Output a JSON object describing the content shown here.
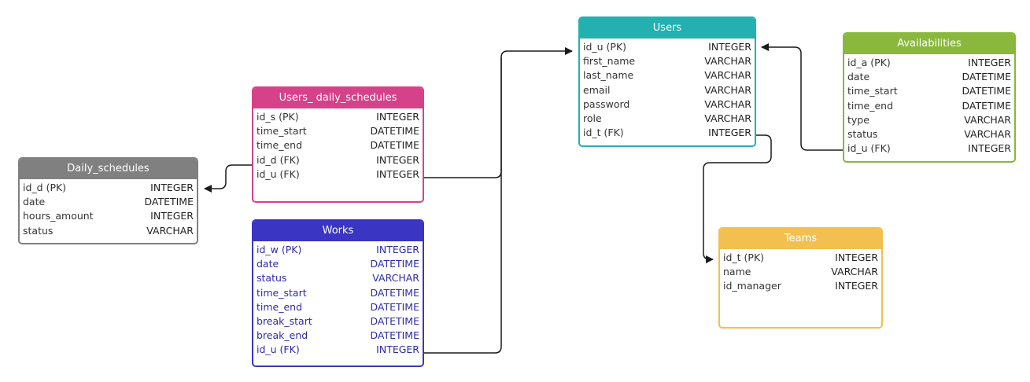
{
  "entities": {
    "users": {
      "title": "Users",
      "fields": [
        {
          "name": "id_u (PK)",
          "type": "INTEGER"
        },
        {
          "name": "first_name",
          "type": "VARCHAR"
        },
        {
          "name": "last_name",
          "type": "VARCHAR"
        },
        {
          "name": "email",
          "type": "VARCHAR"
        },
        {
          "name": "password",
          "type": "VARCHAR"
        },
        {
          "name": "role",
          "type": "VARCHAR"
        },
        {
          "name": "id_t (FK)",
          "type": "INTEGER"
        }
      ]
    },
    "availabilities": {
      "title": "Availabilities",
      "fields": [
        {
          "name": "id_a (PK)",
          "type": "INTEGER"
        },
        {
          "name": "date",
          "type": "DATETIME"
        },
        {
          "name": "time_start",
          "type": "DATETIME"
        },
        {
          "name": "time_end",
          "type": "DATETIME"
        },
        {
          "name": "type",
          "type": "VARCHAR"
        },
        {
          "name": "status",
          "type": "VARCHAR"
        },
        {
          "name": "id_u (FK)",
          "type": "INTEGER"
        }
      ]
    },
    "users_daily_schedules": {
      "title": "Users_ daily_schedules",
      "fields": [
        {
          "name": "id_s (PK)",
          "type": "INTEGER"
        },
        {
          "name": "time_start",
          "type": "DATETIME"
        },
        {
          "name": "time_end",
          "type": "DATETIME"
        },
        {
          "name": "id_d (FK)",
          "type": "INTEGER"
        },
        {
          "name": "id_u (FK)",
          "type": "INTEGER"
        }
      ]
    },
    "daily_schedules": {
      "title": "Daily_schedules",
      "fields": [
        {
          "name": "id_d (PK)",
          "type": "INTEGER"
        },
        {
          "name": "date",
          "type": "DATETIME"
        },
        {
          "name": "hours_amount",
          "type": "INTEGER"
        },
        {
          "name": "status",
          "type": "VARCHAR"
        }
      ]
    },
    "works": {
      "title": "Works",
      "fields": [
        {
          "name": "id_w (PK)",
          "type": "INTEGER"
        },
        {
          "name": "date",
          "type": "DATETIME"
        },
        {
          "name": "status",
          "type": "VARCHAR"
        },
        {
          "name": "time_start",
          "type": "DATETIME"
        },
        {
          "name": "time_end",
          "type": "DATETIME"
        },
        {
          "name": "break_start",
          "type": "DATETIME"
        },
        {
          "name": "break_end",
          "type": "DATETIME"
        },
        {
          "name": "id_u (FK)",
          "type": "INTEGER"
        }
      ]
    },
    "teams": {
      "title": "Teams",
      "fields": [
        {
          "name": "id_t (PK)",
          "type": "INTEGER"
        },
        {
          "name": "name",
          "type": "VARCHAR"
        },
        {
          "name": "id_manager",
          "type": "INTEGER"
        }
      ]
    }
  },
  "colors": {
    "users": "#22b0b0",
    "availabilities": "#89b83d",
    "users_daily_schedules": "#d6428a",
    "daily_schedules": "#808080",
    "works": "#3a35c2",
    "teams": "#f2c04f",
    "connector": "#1a1a1a"
  }
}
